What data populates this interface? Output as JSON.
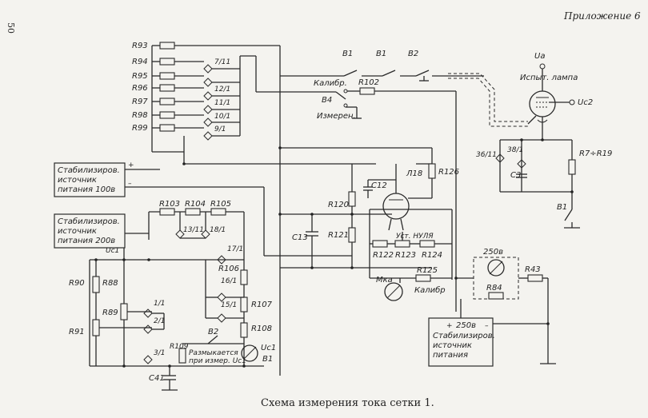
{
  "page": {
    "number": "50",
    "header": "Приложение 6"
  },
  "caption": "Схема измерения тока сетки 1.",
  "resistors": {
    "r93": "R93",
    "r94": "R94",
    "r95": "R95",
    "r96": "R96",
    "r97": "R97",
    "r98": "R98",
    "r99": "R99",
    "r102": "R102",
    "r103": "R103",
    "r104": "R104",
    "r105": "R105",
    "r106": "R106",
    "r107": "R107",
    "r108": "R108",
    "r109": "R109",
    "r88": "R88",
    "r89": "R89",
    "r90": "R90",
    "r91": "R91",
    "r120": "R120",
    "r121": "R121",
    "r122": "R122",
    "r123": "R123",
    "r124": "R124",
    "r125": "R125",
    "r126": "R126",
    "r84": "R84",
    "r43": "R43",
    "r7_19": "R7÷R19"
  },
  "switch_contacts": {
    "c7_11": "7/11",
    "c12_1": "12/1",
    "c11_1": "11/1",
    "c10_1": "10/1",
    "c9_1": "9/1",
    "c13_11": "13/11",
    "c18_1": "18/1",
    "c17_1": "17/1",
    "c16_1": "16/1",
    "c15_1": "15/1",
    "c1_1": "1/1",
    "c2_1": "2/1",
    "c3_1": "3/1",
    "c36_11": "36/11",
    "c38_1": "38/1"
  },
  "switches": {
    "b1a": "В1",
    "b1b": "В1",
    "b2a": "В2",
    "b4": "В4",
    "b1c": "В1",
    "b2b": "В2",
    "b1d": "В1"
  },
  "labels": {
    "calibr_sw": "Калибр.",
    "measure_sw": "Измерен.",
    "ua": "Uа",
    "uc2": "Uс2",
    "test_lamp": "Испыт. лампа",
    "lamp18": "Л18",
    "c12": "С12",
    "c13": "С13",
    "c3": "С3",
    "c41": "С41",
    "zero_set": "Уст. НУЛЯ",
    "mka": "Мка",
    "calibr": "Калибр",
    "uc1_meter": "Uс1",
    "opens_line1": "Размыкается",
    "opens_line2": "при измер. Uс1",
    "v250_meter": "250в",
    "plus": "+",
    "minus": "–"
  },
  "supply_100": {
    "line1": "Стабилизиров.",
    "line2": "источник",
    "line3": "питания 100в"
  },
  "supply_200": {
    "line1": "Стабилизиров.",
    "line2": "источник",
    "line3": "питания 200в",
    "line4": "Uс1"
  },
  "supply_250": {
    "line1": "250в",
    "line2": "Стабилизиров.",
    "line3": "источник",
    "line4": "питания"
  }
}
